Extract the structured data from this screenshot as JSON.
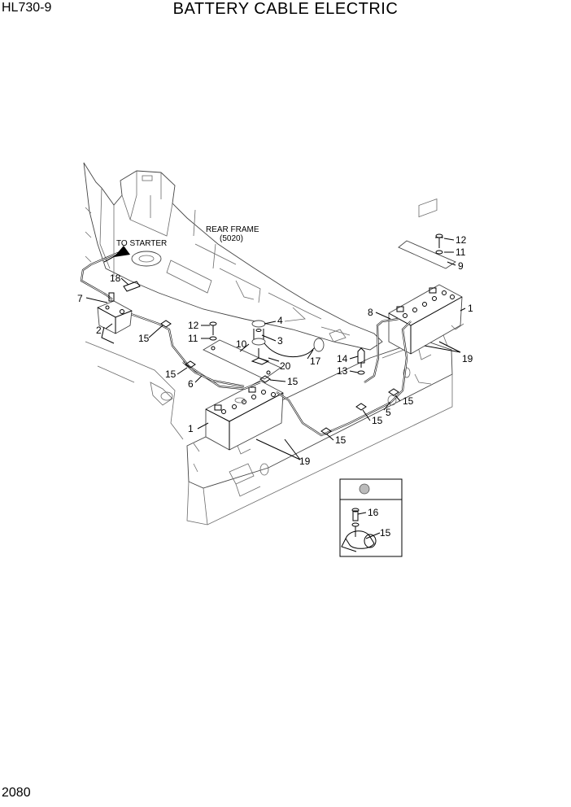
{
  "header": {
    "model": "HL730-9",
    "title": "BATTERY CABLE ELECTRIC"
  },
  "page_number": "2080",
  "annotations": {
    "to_starter": "TO STARTER",
    "rear_frame": "REAR FRAME",
    "rear_frame_code": "(5020)"
  },
  "part_labels": {
    "p1a": "1",
    "p1b": "1",
    "p2": "2",
    "p3": "3",
    "p4": "4",
    "p5": "5",
    "p6": "6",
    "p7": "7",
    "p8": "8",
    "p9": "9",
    "p10": "10",
    "p11a": "11",
    "p11b": "11",
    "p12a": "12",
    "p12b": "12",
    "p13": "13",
    "p14": "14",
    "p15a": "15",
    "p15b": "15",
    "p15c": "15",
    "p15d": "15",
    "p15e": "15",
    "p15f": "15",
    "p16": "16",
    "p17": "17",
    "p18": "18",
    "p19a": "19",
    "p19b": "19",
    "p20": "20",
    "detail_15": "15",
    "detail_16": "16"
  },
  "colors": {
    "line": "#000000",
    "frame": "#444444"
  }
}
